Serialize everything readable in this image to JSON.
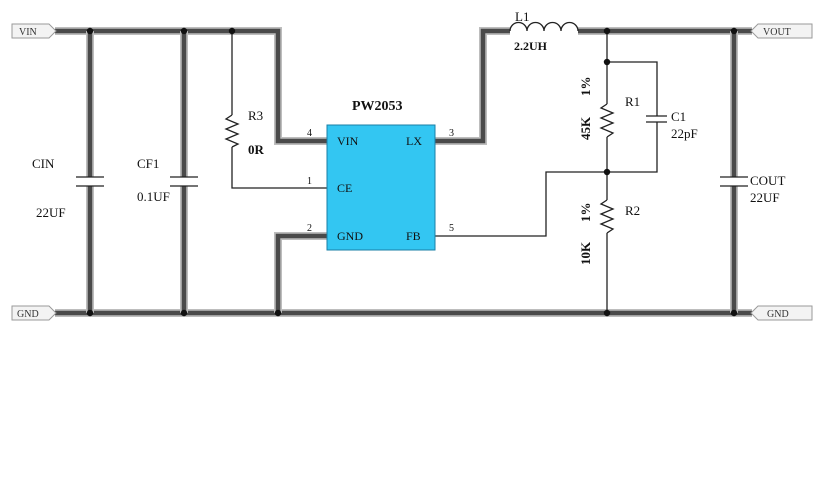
{
  "ports": {
    "vin": "VIN",
    "vout": "VOUT",
    "gnd_left": "GND",
    "gnd_right": "GND"
  },
  "ic": {
    "name": "PW2053",
    "color": "#33C6F2",
    "pins": {
      "vin": {
        "name": "VIN",
        "num": "4"
      },
      "ce": {
        "name": "CE",
        "num": "1"
      },
      "gnd": {
        "name": "GND",
        "num": "2"
      },
      "lx": {
        "name": "LX",
        "num": "3"
      },
      "fb": {
        "name": "FB",
        "num": "5"
      }
    }
  },
  "components": {
    "l1": {
      "ref": "L1",
      "value": "2.2UH"
    },
    "r1": {
      "ref": "R1",
      "value": "45K",
      "tol": "1%"
    },
    "r2": {
      "ref": "R2",
      "value": "10K",
      "tol": "1%"
    },
    "r3": {
      "ref": "R3",
      "value": "0R"
    },
    "c1": {
      "ref": "C1",
      "value": "22pF"
    },
    "cin": {
      "ref": "CIN",
      "value": "22UF"
    },
    "cf1": {
      "ref": "CF1",
      "value": "0.1UF"
    },
    "cout": {
      "ref": "COUT",
      "value": "22UF"
    }
  }
}
